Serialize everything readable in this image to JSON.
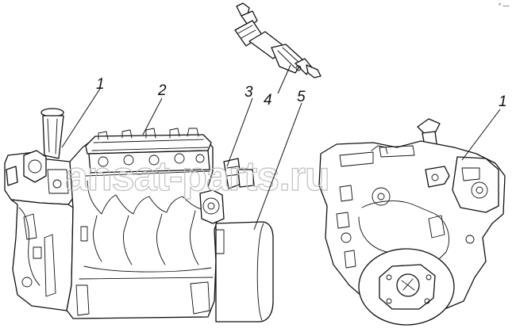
{
  "corner_mark": "° —",
  "watermark": "ansat-parts.ru",
  "callouts": [
    {
      "id": "c1a",
      "label": "1"
    },
    {
      "id": "c2",
      "label": "2"
    },
    {
      "id": "c3",
      "label": "3"
    },
    {
      "id": "c4",
      "label": "4"
    },
    {
      "id": "c5",
      "label": "5"
    },
    {
      "id": "c1b",
      "label": "1"
    }
  ]
}
